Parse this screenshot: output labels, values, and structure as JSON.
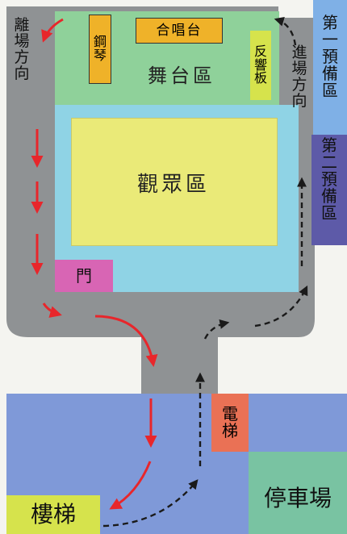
{
  "colors": {
    "corridor": "#8f9294",
    "stage": "#8fd19a",
    "audience_outer": "#8fd3e5",
    "audience_inner": "#eaea78",
    "door": "#d865b4",
    "reserve_1": "#7fb0e6",
    "reserve_2": "#5d5aa8",
    "piano": "#efb229",
    "chorus_stand": "#efb229",
    "reflector": "#d6e34c",
    "elevator": "#ea7155",
    "lower_floor": "#7f99d8",
    "parking": "#79c3a2",
    "stairs": "#d6e34c",
    "exit_arrow": "#e8262b",
    "entry_arrow": "#1a1a1a"
  },
  "labels": {
    "exit_direction": [
      "離",
      "場",
      "方",
      "向"
    ],
    "entry_direction": [
      "進",
      "場",
      "方",
      "向"
    ],
    "piano": [
      "鋼",
      "琴"
    ],
    "chorus_stand": "合唱台",
    "reflector": [
      "反",
      "響",
      "板"
    ],
    "stage_area": "舞台區",
    "audience_area": "觀眾區",
    "door": "門",
    "reserve_room_1": [
      "第",
      "一",
      "預",
      "備",
      "區"
    ],
    "reserve_room_2": [
      "第",
      "二",
      "預",
      "備",
      "區"
    ],
    "elevator": [
      "電",
      "梯"
    ],
    "stairs": "樓梯",
    "parking": "停車場"
  }
}
